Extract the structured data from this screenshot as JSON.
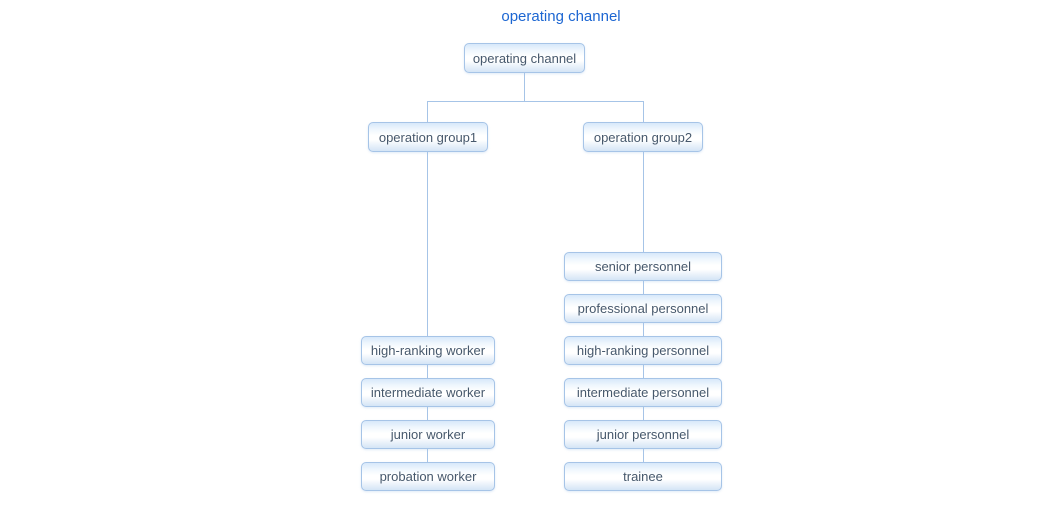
{
  "title": "operating channel",
  "colors": {
    "title": "#1c66d2",
    "node_border": "#a6c4e7",
    "connector": "#a6c4e7",
    "node_text": "#46586c",
    "node_gradient_top": "#d7e8fa",
    "node_gradient_middle": "#ffffff",
    "node_gradient_bottom": "#d4e5f6"
  },
  "tree": {
    "root": {
      "label": "operating channel"
    },
    "groups": [
      {
        "label": "operation group1",
        "children": [
          "high-ranking worker",
          "intermediate worker",
          "junior worker",
          "probation worker"
        ]
      },
      {
        "label": "operation group2",
        "children": [
          "senior personnel",
          "professional personnel",
          "high-ranking personnel",
          "intermediate personnel",
          "junior personnel",
          "trainee"
        ]
      }
    ]
  }
}
